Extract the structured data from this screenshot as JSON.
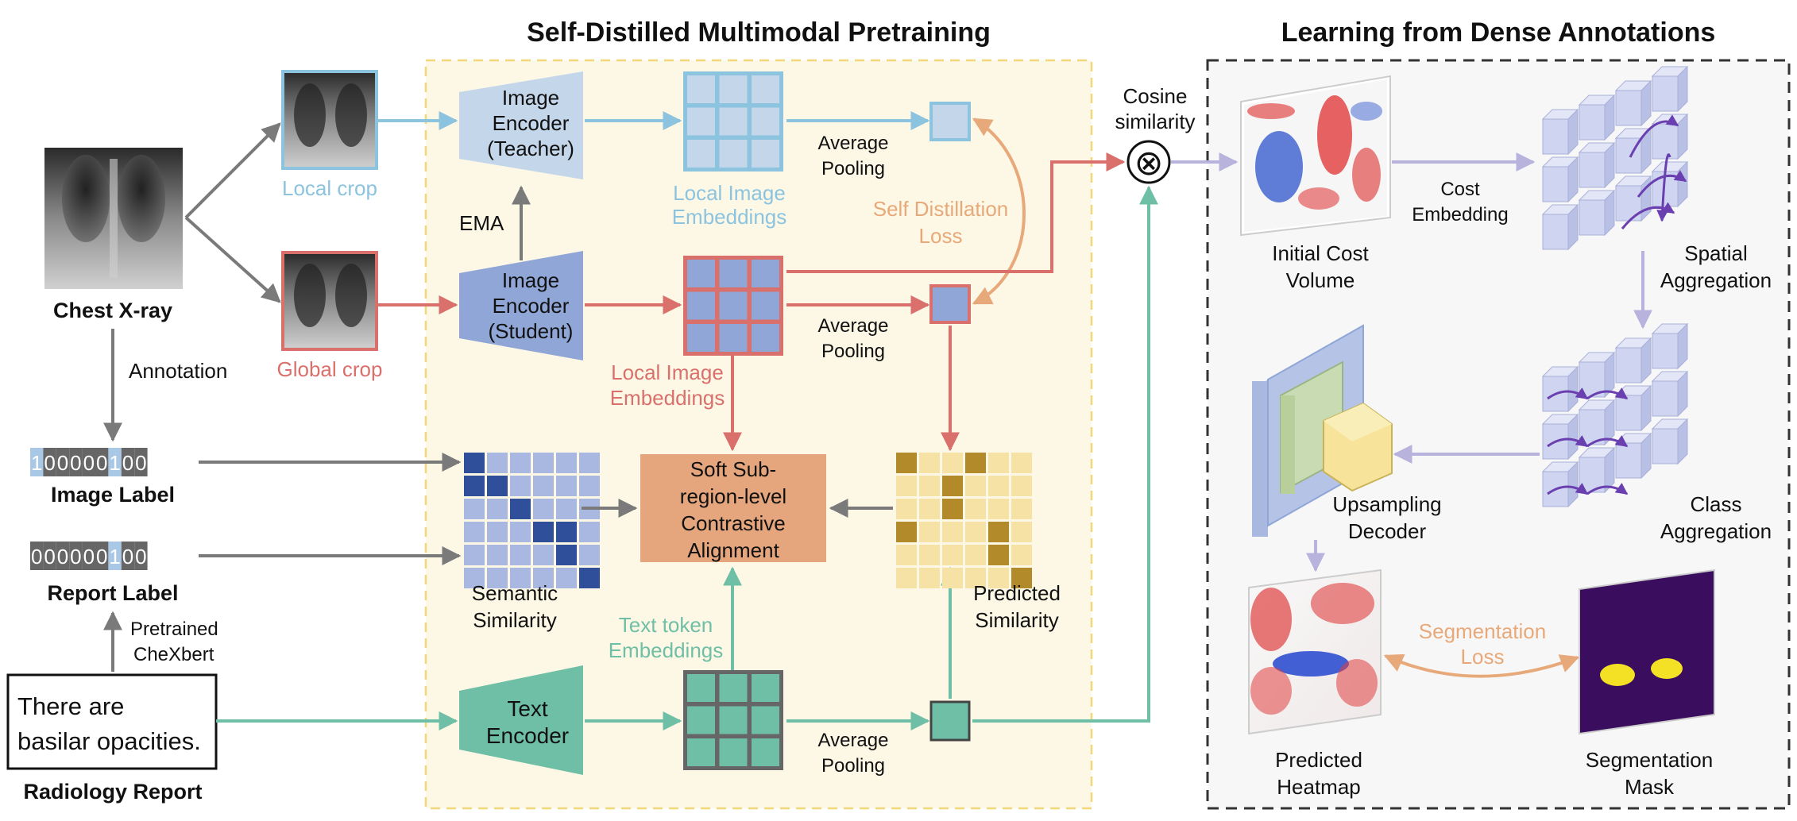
{
  "titles": {
    "pretrain": "Self-Distilled Multimodal Pretraining",
    "dense": "Learning from Dense Annotations"
  },
  "inputs": {
    "xray": "Chest X-ray",
    "annotation": "Annotation",
    "local_crop": "Local crop",
    "global_crop": "Global crop",
    "image_label": "Image Label",
    "image_label_bits": [
      "1",
      "0",
      "0",
      "0",
      "0",
      "0",
      "1",
      "0",
      "0"
    ],
    "report_label": "Report Label",
    "report_label_bits": [
      "0",
      "0",
      "0",
      "0",
      "0",
      "0",
      "1",
      "0",
      "0"
    ],
    "pretrained": "Pretrained",
    "chexbert": "CheXbert",
    "report_line1": "There are",
    "report_line2": "basilar opacities.",
    "radiology_report": "Radiology Report"
  },
  "pretrain": {
    "teacher": [
      "Image",
      "Encoder",
      "(Teacher)"
    ],
    "student": [
      "Image",
      "Encoder",
      "(Student)"
    ],
    "text_encoder": [
      "Text",
      "Encoder"
    ],
    "ema": "EMA",
    "local_emb_teacher": [
      "Local Image",
      "Embeddings"
    ],
    "local_emb_student": [
      "Local Image",
      "Embeddings"
    ],
    "avg_pool": [
      "Average",
      "Pooling"
    ],
    "self_distill": [
      "Self Distillation",
      "Loss"
    ],
    "text_token": [
      "Text token",
      "Embeddings"
    ],
    "contrastive": [
      "Soft Sub-",
      "region-level",
      "Contrastive",
      "Alignment"
    ],
    "semantic_sim": [
      "Semantic",
      "Similarity"
    ],
    "predicted_sim": [
      "Predicted",
      "Similarity"
    ]
  },
  "dense": {
    "cosine": [
      "Cosine",
      "similarity"
    ],
    "cosine_symbol": "⊗",
    "initial_cost": [
      "Initial Cost",
      "Volume"
    ],
    "cost_embedding": [
      "Cost",
      "Embedding"
    ],
    "spatial_agg": [
      "Spatial",
      "Aggregation"
    ],
    "class_agg": [
      "Class",
      "Aggregation"
    ],
    "upsampling": [
      "Upsampling",
      "Decoder"
    ],
    "pred_heatmap": [
      "Predicted",
      "Heatmap"
    ],
    "seg_loss": [
      "Segmentation",
      "Loss"
    ],
    "seg_mask": [
      "Segmentation",
      "Mask"
    ]
  },
  "colors": {
    "teacher_blue": "#8cc3de",
    "student_red": "#d9706b",
    "text_teal": "#6fbfa6",
    "gray_arrow": "#7a7a7a",
    "orange_loss": "#e8a97a",
    "lavender_arrow": "#b8b3dc",
    "pretrain_bg": "#fdf8e6",
    "pretrain_border": "#f1d77c",
    "contrastive_fill": "#e6a67d"
  }
}
